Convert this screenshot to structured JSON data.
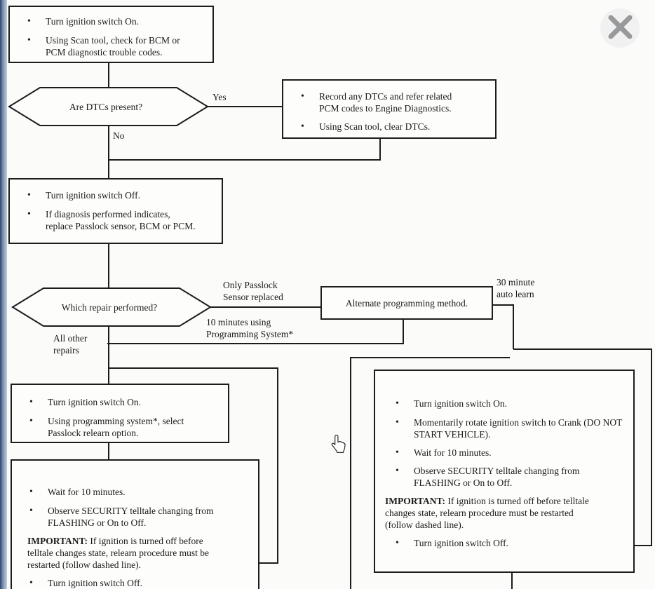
{
  "viewer": {
    "close_button": {
      "icon": "close-x"
    }
  },
  "colors": {
    "line": "#1c1c1c",
    "page_background": "#fbfbfa",
    "edge_strip_dark": "#2f4260",
    "edge_strip_light": "#c4d1e0",
    "close_button_bg": "#f1f1f1",
    "close_icon": "#97999b"
  },
  "flowchart": {
    "bullet_char": "•",
    "nodes": {
      "start": {
        "bullets": [
          "Turn ignition switch On.",
          "Using Scan tool, check for BCM or PCM diagnostic trouble codes."
        ]
      },
      "dtc_decision": {
        "question": "Are DTCs present?",
        "yes_label": "Yes",
        "no_label": "No"
      },
      "record_dtcs": {
        "bullets": [
          "Record any DTCs and refer related PCM codes to Engine Diagnostics.",
          "Using Scan tool, clear DTCs."
        ]
      },
      "ignition_off": {
        "bullets": [
          "Turn ignition switch Off.",
          "If diagnosis performed indicates, replace Passlock sensor, BCM or PCM."
        ]
      },
      "repair_decision": {
        "question": "Which repair performed?",
        "branch_all_other": "All other\nrepairs",
        "branch_only_passlock": "Only Passlock\nSensor replaced",
        "branch_10_minutes": "10 minutes using\nProgramming System*",
        "branch_30_minute": "30 minute\nauto learn"
      },
      "alternate_method": {
        "label": "Alternate programming method."
      },
      "relearn_option": {
        "bullets": [
          "Turn ignition switch On.",
          "Using programming system*, select Passlock relearn option."
        ]
      },
      "wait_left": {
        "bullets": [
          "Wait for 10 minutes.",
          "Observe SECURITY telltale changing from FLASHING or On to Off."
        ],
        "important_label": "IMPORTANT:",
        "important_text": " If ignition is turned off before telltale changes state, relearn procedure must be restarted (follow dashed line).",
        "final_bullet": "Turn ignition switch Off."
      },
      "auto_learn_right": {
        "bullets": [
          "Turn ignition switch On.",
          "Momentarily rotate ignition switch to Crank (DO NOT START VEHICLE).",
          "Wait for 10 minutes.",
          "Observe SECURITY telltale changing from FLASHING or On to Off."
        ],
        "important_label": "IMPORTANT:",
        "important_text": " If ignition is turned off before telltale changes state, relearn procedure must be restarted (follow dashed line).",
        "final_bullet": "Turn ignition switch Off."
      }
    }
  }
}
